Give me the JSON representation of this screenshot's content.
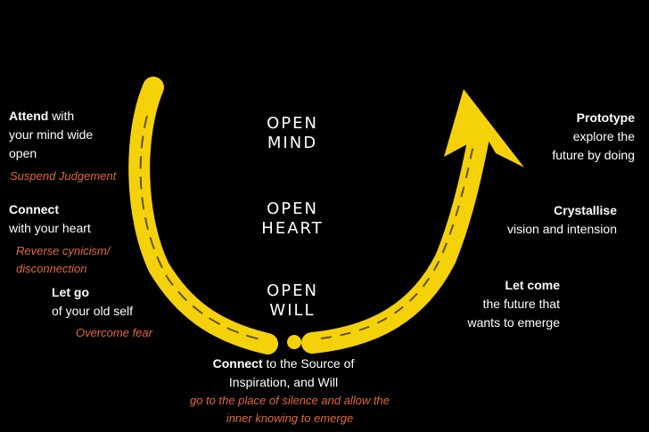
{
  "colors": {
    "background": "#000000",
    "arrow": "#f5d10a",
    "text": "#ffffff",
    "accent": "#e2693c"
  },
  "center": [
    {
      "line1": "OPEN",
      "line2": "MIND"
    },
    {
      "line1": "OPEN",
      "line2": "HEART"
    },
    {
      "line1": "OPEN",
      "line2": "WILL"
    }
  ],
  "left": {
    "attend": {
      "bold": "Attend",
      "rest": " with",
      "line2": "your mind wide",
      "line3": "open",
      "note": "Suspend Judgement"
    },
    "connect": {
      "bold": "Connect",
      "line2": "with your heart",
      "note1": "Reverse cynicism/",
      "note2": "disconnection"
    },
    "letgo": {
      "bold": "Let go",
      "line2": "of your old self",
      "note": "Overcome fear"
    }
  },
  "bottom": {
    "bold": "Connect",
    "rest": " to the Source of",
    "line2": "Inspiration, and Will",
    "note1": "go to the place of silence and allow the",
    "note2": "inner knowing to emerge"
  },
  "right": {
    "prototype": {
      "bold": "Prototype",
      "line2": "explore the",
      "line3": "future by doing"
    },
    "crystallise": {
      "bold": "Crystallise",
      "line2": "vision and intension"
    },
    "letcome": {
      "bold": "Let come",
      "line2": "the future that",
      "line3": "wants to emerge"
    }
  }
}
